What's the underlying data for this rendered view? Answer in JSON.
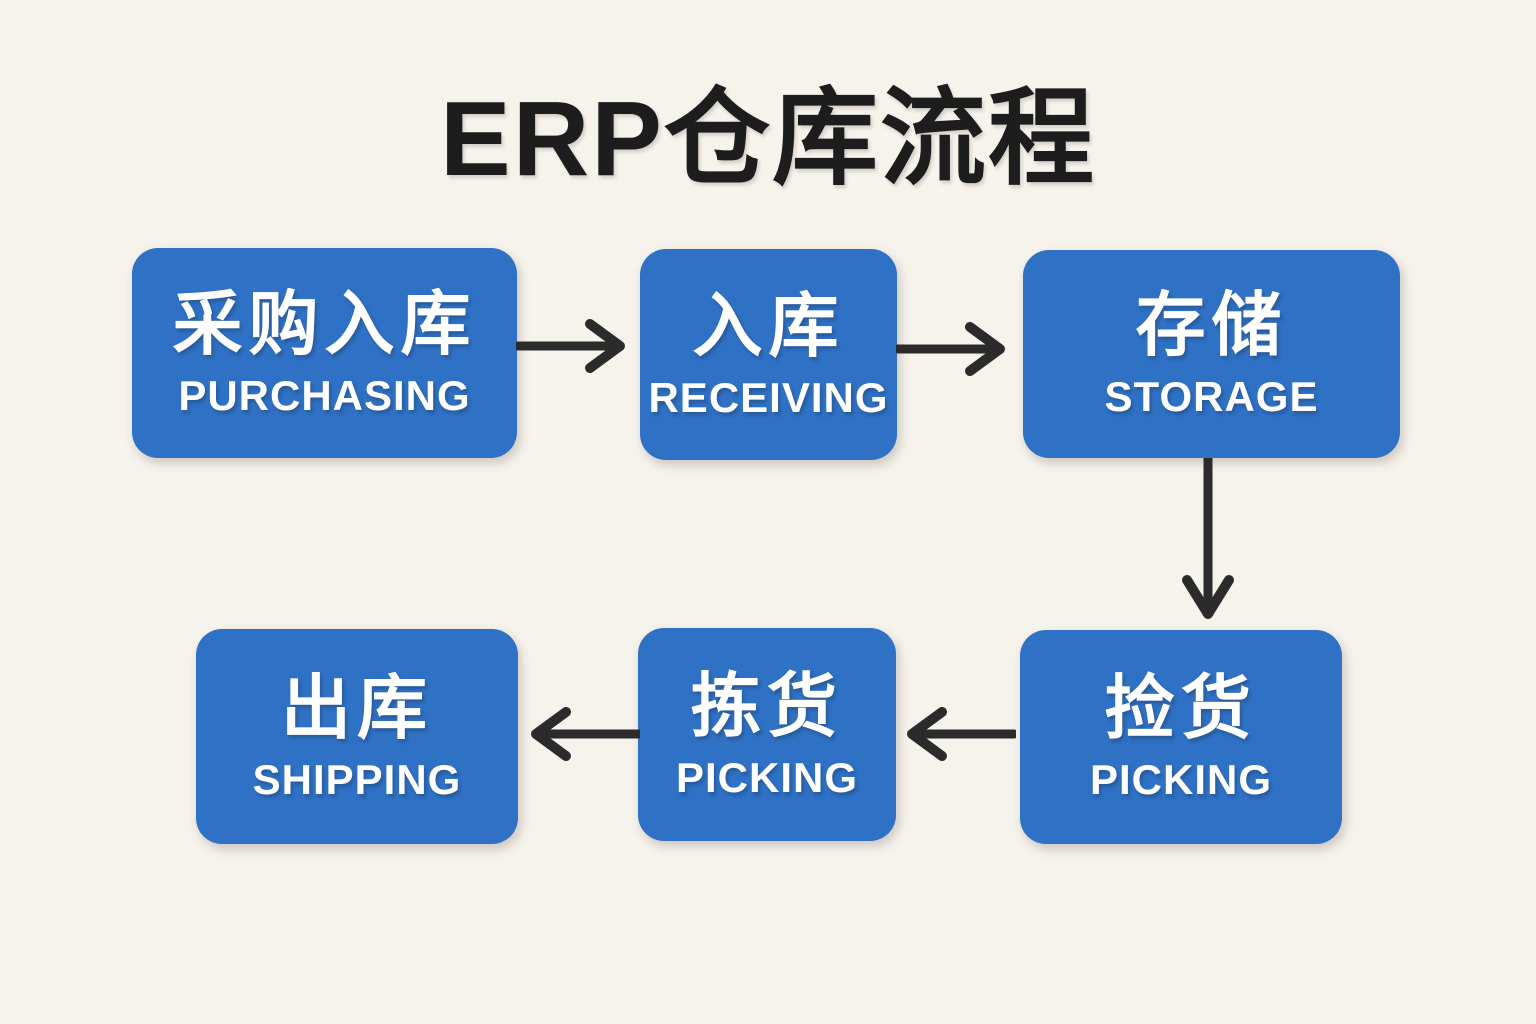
{
  "title": "ERP仓库流程",
  "colors": {
    "background": "#f6f2ec",
    "node_fill": "#2e71c5",
    "node_text": "#ffffff",
    "arrow": "#2b2b2b",
    "title_text": "#1d1d1d"
  },
  "nodes": [
    {
      "zh": "采购入库",
      "en": "PURCHASING"
    },
    {
      "zh": "入库",
      "en": "RECEIVING"
    },
    {
      "zh": "存储",
      "en": "STORAGE"
    },
    {
      "zh": "捡货",
      "en": "PICKING"
    },
    {
      "zh": "拣货",
      "en": "PICKING"
    },
    {
      "zh": "出库",
      "en": "SHIPPING"
    }
  ],
  "flow": [
    {
      "from": "采购入库 PURCHASING",
      "to": "入库 RECEIVING",
      "direction": "right"
    },
    {
      "from": "入库 RECEIVING",
      "to": "存储 STORAGE",
      "direction": "right"
    },
    {
      "from": "存储 STORAGE",
      "to": "捡货 PICKING",
      "direction": "down"
    },
    {
      "from": "捡货 PICKING",
      "to": "拣货 PICKING",
      "direction": "left"
    },
    {
      "from": "拣货 PICKING",
      "to": "出库 SHIPPING",
      "direction": "left"
    }
  ]
}
